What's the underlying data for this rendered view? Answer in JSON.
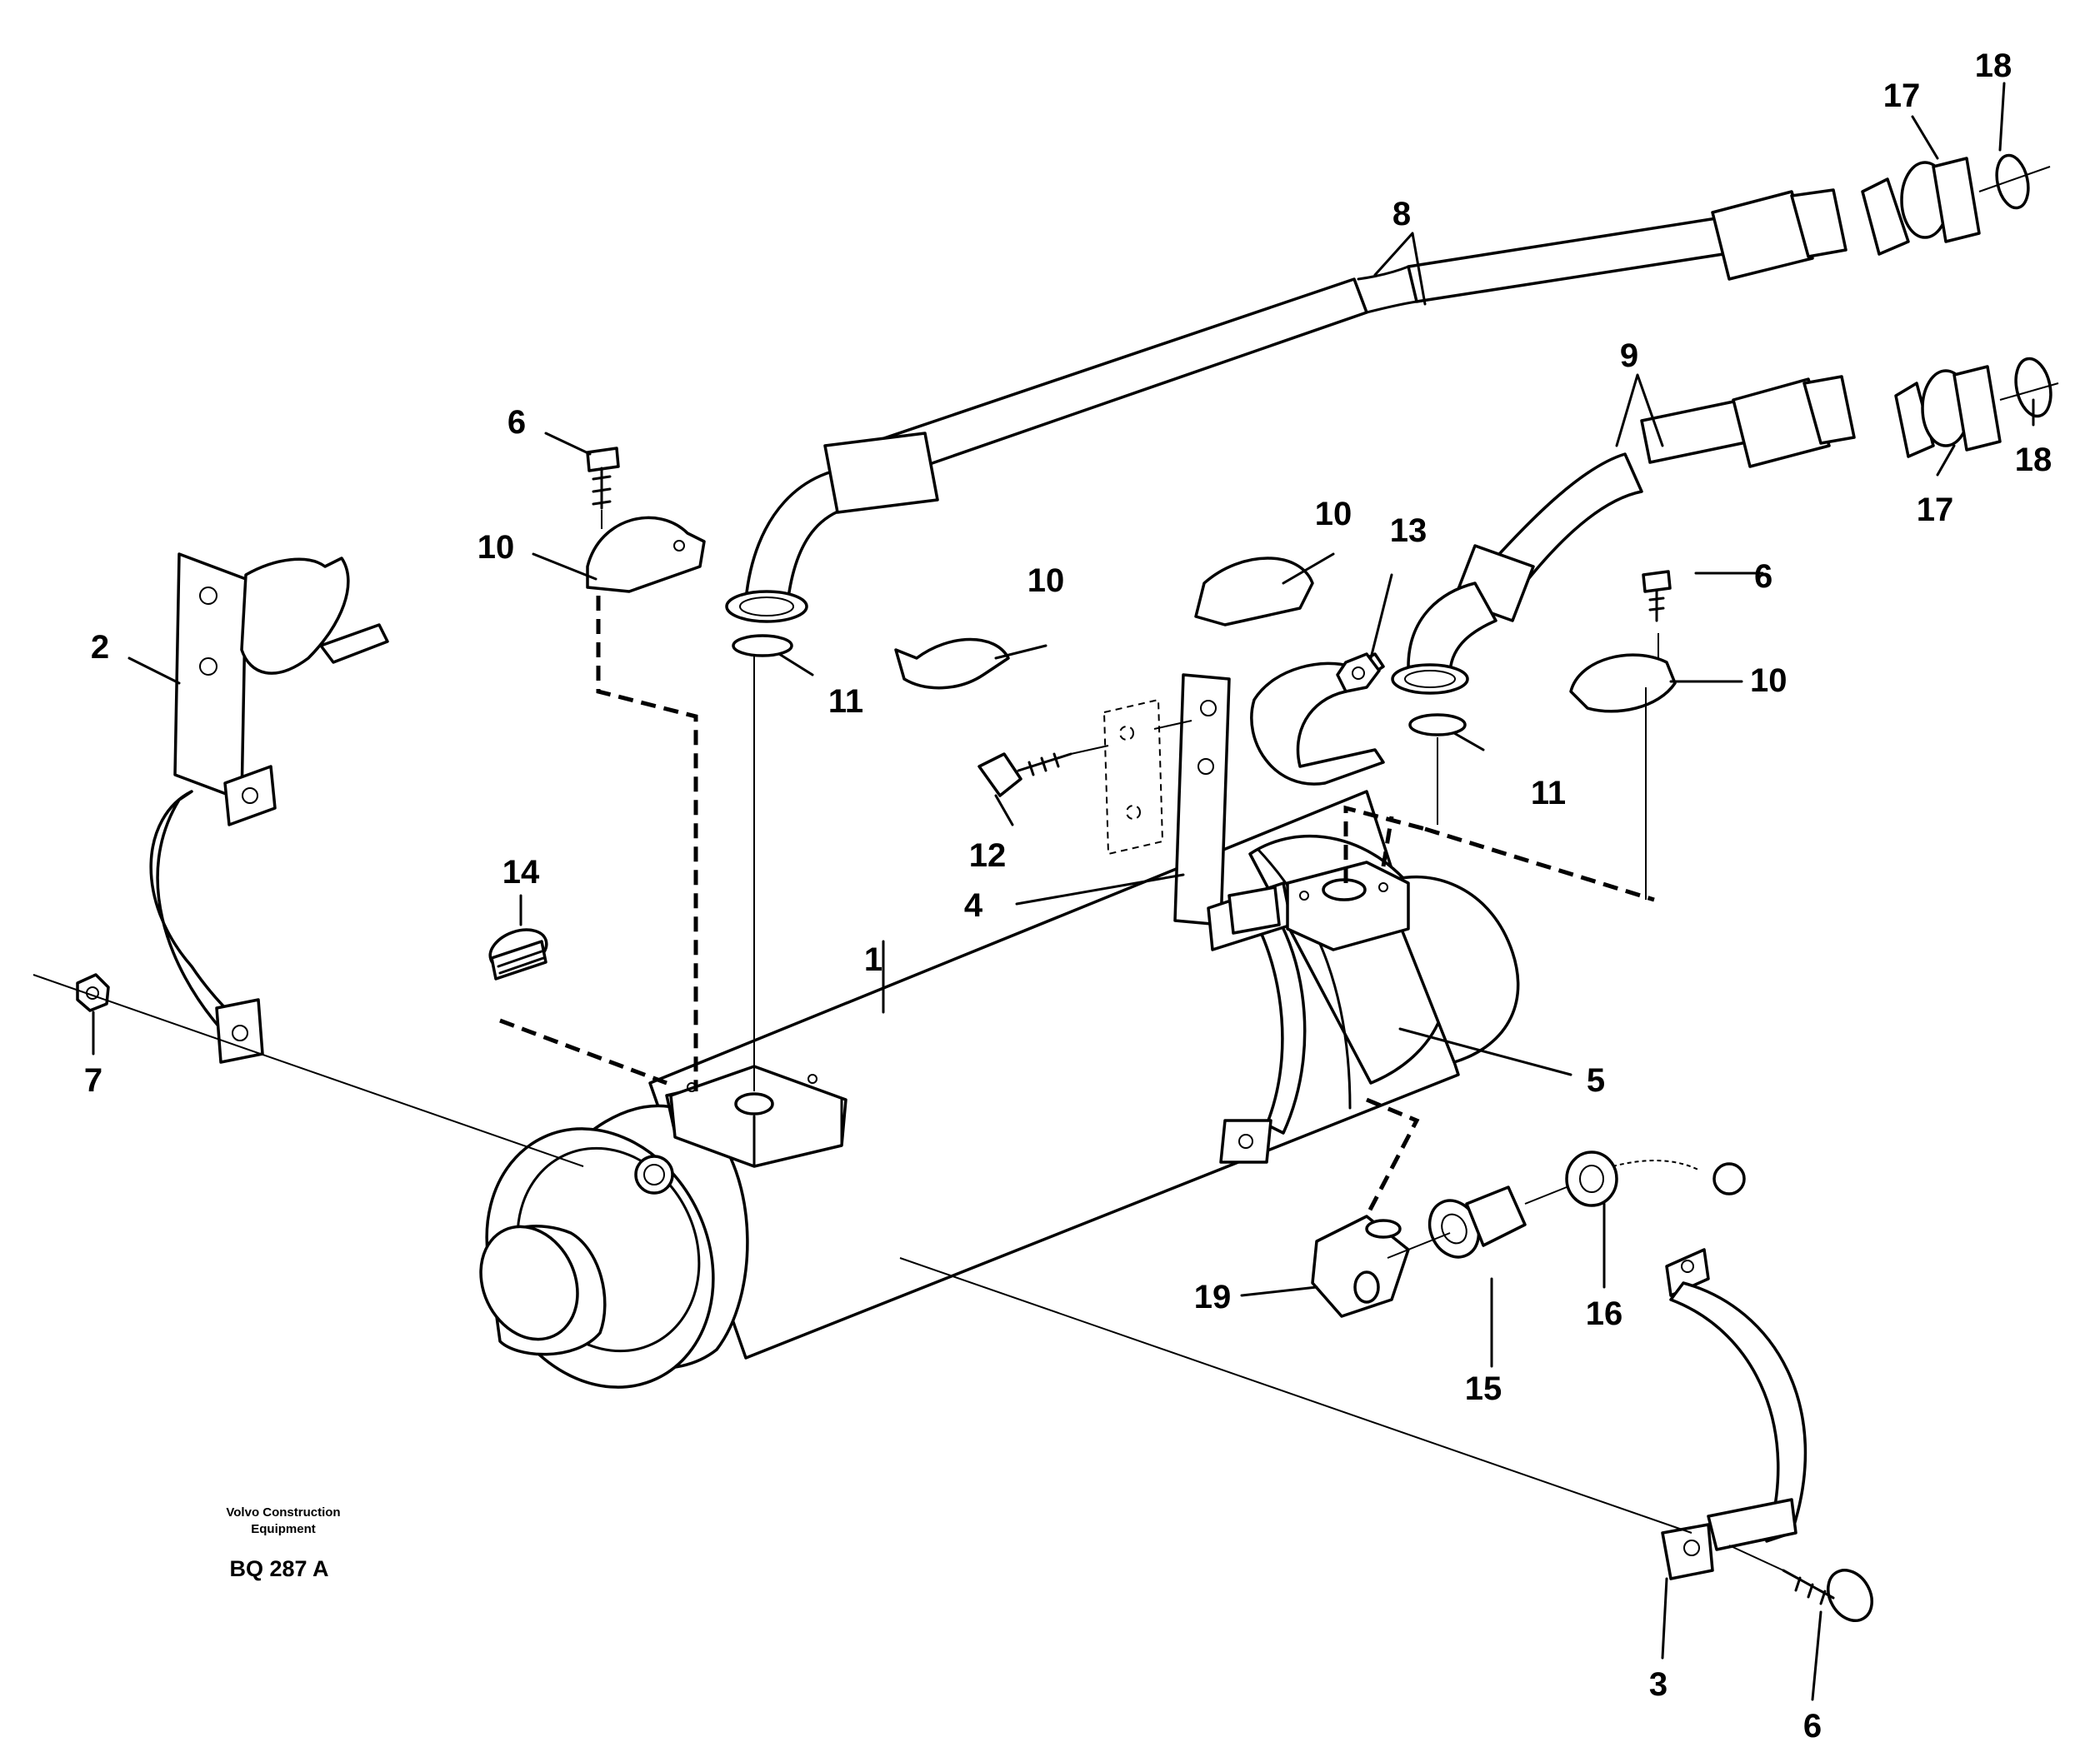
{
  "callouts": [
    {
      "id": "c1",
      "text": "1"
    },
    {
      "id": "c2",
      "text": "2"
    },
    {
      "id": "c3",
      "text": "3"
    },
    {
      "id": "c4",
      "text": "4"
    },
    {
      "id": "c5",
      "text": "5"
    },
    {
      "id": "c6a",
      "text": "6"
    },
    {
      "id": "c6b",
      "text": "6"
    },
    {
      "id": "c6c",
      "text": "6"
    },
    {
      "id": "c7",
      "text": "7"
    },
    {
      "id": "c8",
      "text": "8"
    },
    {
      "id": "c9",
      "text": "9"
    },
    {
      "id": "c10a",
      "text": "10"
    },
    {
      "id": "c10b",
      "text": "10"
    },
    {
      "id": "c10c",
      "text": "10"
    },
    {
      "id": "c10d",
      "text": "10"
    },
    {
      "id": "c11a",
      "text": "11"
    },
    {
      "id": "c11b",
      "text": "11"
    },
    {
      "id": "c12",
      "text": "12"
    },
    {
      "id": "c13",
      "text": "13"
    },
    {
      "id": "c14",
      "text": "14"
    },
    {
      "id": "c15",
      "text": "15"
    },
    {
      "id": "c16",
      "text": "16"
    },
    {
      "id": "c17a",
      "text": "17"
    },
    {
      "id": "c17b",
      "text": "17"
    },
    {
      "id": "c18a",
      "text": "18"
    },
    {
      "id": "c18b",
      "text": "18"
    },
    {
      "id": "c19",
      "text": "19"
    }
  ],
  "footer": {
    "company_line1": "Volvo Construction",
    "company_line2": "Equipment",
    "code": "BQ 287 A"
  }
}
